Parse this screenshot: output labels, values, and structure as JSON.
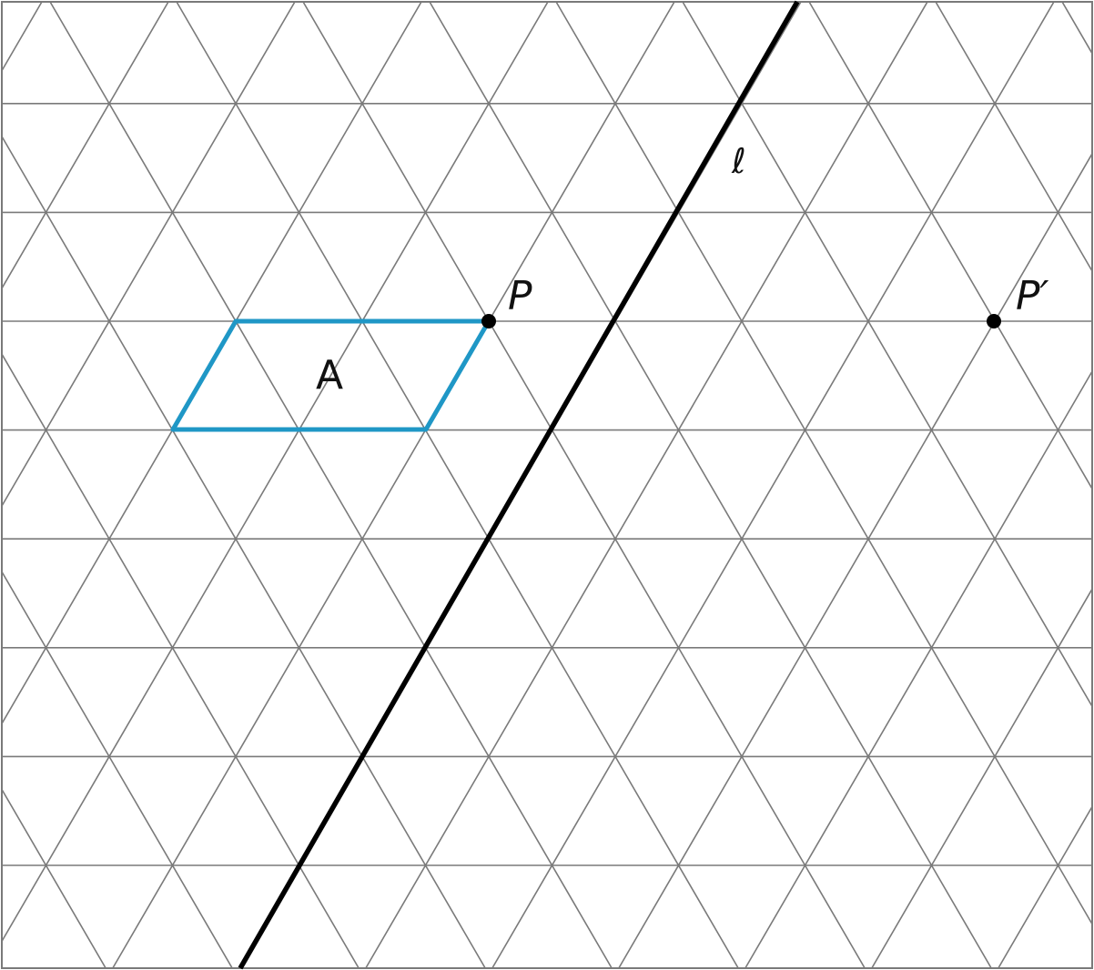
{
  "diagram": {
    "grid": "triangular",
    "line_label": "ℓ",
    "shape_label": "A",
    "point_label": "P",
    "image_point_label": "P′",
    "colors": {
      "grid": "#7a7a7a",
      "shape": "#1f97c6",
      "line": "#000000",
      "points": "#000000"
    }
  }
}
